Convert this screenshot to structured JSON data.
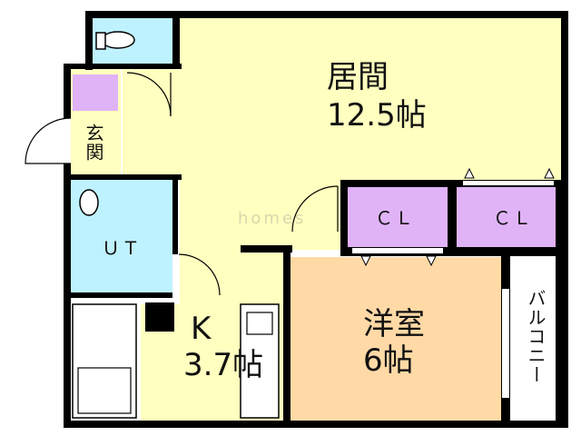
{
  "rooms": {
    "living": {
      "name": "居間",
      "size": "12.5帖"
    },
    "western": {
      "name": "洋室",
      "size": "6帖"
    },
    "kitchen": {
      "name": "K",
      "size": "3.7帖"
    },
    "unit_bath": {
      "name": "ＵＴ"
    },
    "entrance": {
      "name": "玄関"
    },
    "closet_1": {
      "name": "ＣＬ"
    },
    "closet_2": {
      "name": "ＣＬ"
    },
    "balcony": {
      "name": "バルコニー"
    }
  },
  "watermark": "homes",
  "colors": {
    "wall": "#000000",
    "living": "#ffffbf",
    "kitchen": "#ffffbf",
    "western": "#ffd9a6",
    "closet": "#e0b3f7",
    "bath": "#bff2ff",
    "toilet": "#bff2ff",
    "entrance": "#ffffbf",
    "balcony": "#ffffff",
    "fixture": "#ffffff"
  }
}
